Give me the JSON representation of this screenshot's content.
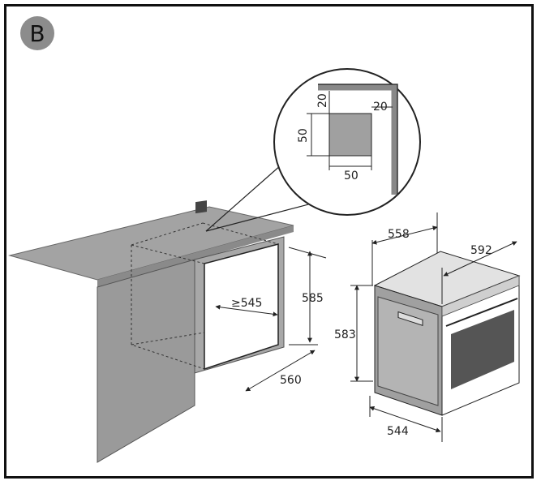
{
  "badge_label": "B",
  "cutout_detail": {
    "side_gap": "20",
    "top_gap": "20",
    "cutout_height": "50",
    "cutout_width": "50"
  },
  "niche": {
    "depth": "≥545",
    "height": "585",
    "width": "560"
  },
  "oven": {
    "body_width": "558",
    "front_width": "592",
    "height": "583",
    "depth": "544"
  },
  "colors": {
    "frame": "#111111",
    "badge": "#8c8c8c",
    "cabinet": "#9a9a9a",
    "countertop": "#a3a3a3",
    "oven_side": "#a0a0a0"
  }
}
